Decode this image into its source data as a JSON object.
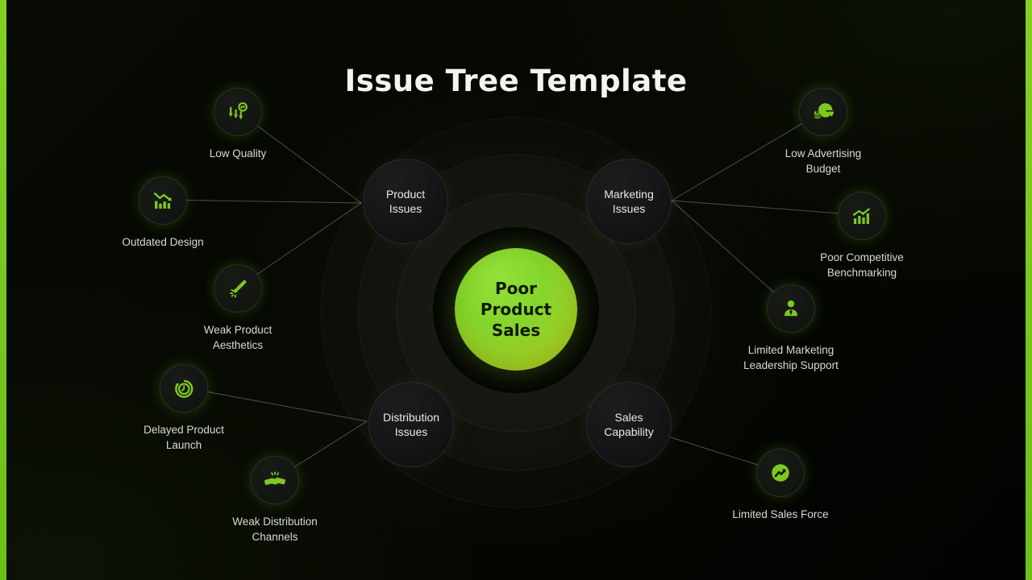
{
  "title": "Issue Tree Template",
  "colors": {
    "accent_green": "#7cc91f",
    "edge_strip": "#76c81e",
    "center_gradient_top": "#8ad431",
    "center_gradient_bottom": "#b9d01a",
    "background": "#050702"
  },
  "center": {
    "label": "Poor Product Sales"
  },
  "branches": [
    {
      "label": "Product Issues",
      "children": [
        {
          "label": "Low Quality",
          "icon": "quality-decline-icon"
        },
        {
          "label": "Outdated Design",
          "icon": "declining-chart-icon"
        },
        {
          "label": "Weak Product Aesthetics",
          "icon": "magic-wand-icon"
        }
      ]
    },
    {
      "label": "Marketing Issues",
      "children": [
        {
          "label": "Low Advertising Budget",
          "icon": "budget-pie-chart-icon"
        },
        {
          "label": "Poor Competitive Benchmarking",
          "icon": "growth-chart-icon"
        },
        {
          "label": "Limited Marketing Leadership Support",
          "icon": "person-icon"
        }
      ]
    },
    {
      "label": "Distribution Issues",
      "children": [
        {
          "label": "Delayed Product Launch",
          "icon": "stopwatch-icon"
        },
        {
          "label": "Weak Distribution Channels",
          "icon": "handshake-icon"
        }
      ]
    },
    {
      "label": "Sales Capability",
      "children": [
        {
          "label": "Limited Sales Force",
          "icon": "trending-up-circle-icon"
        }
      ]
    }
  ]
}
